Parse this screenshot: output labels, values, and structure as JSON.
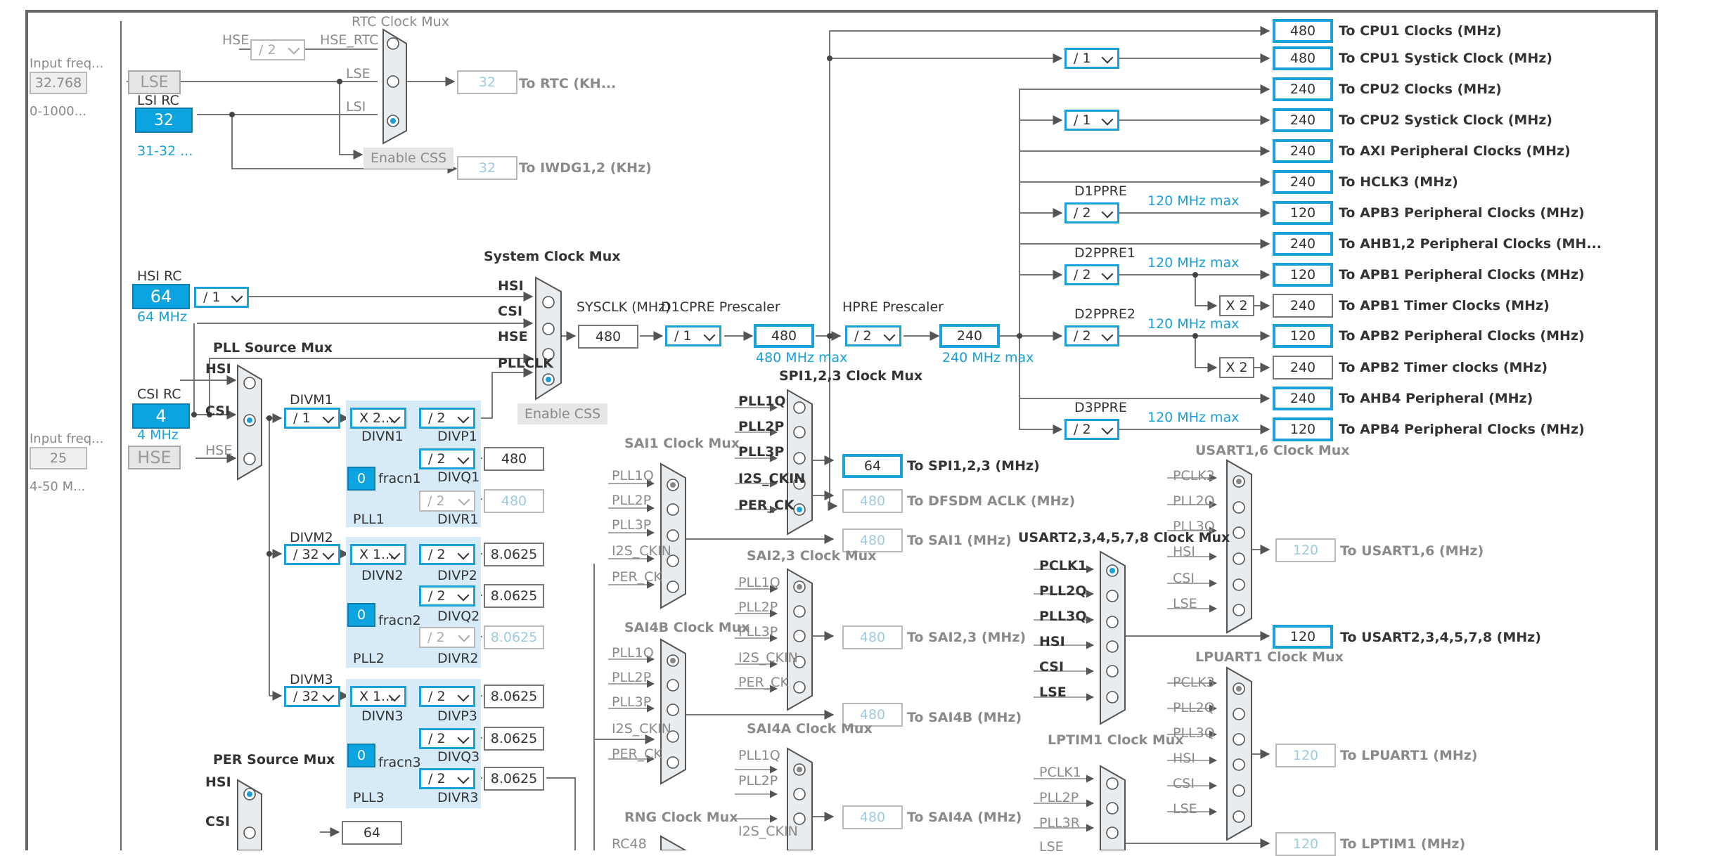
{
  "mux": {
    "rtc_title": "RTC Clock Mux",
    "system_title": "System Clock Mux",
    "pll_source_title": "PLL Source Mux",
    "per_source_title": "PER Source Mux",
    "spi_title": "SPI1,2,3 Clock Mux",
    "sai1_title": "SAI1 Clock Mux",
    "sai23_title": "SAI2,3 Clock Mux",
    "sai4b_title": "SAI4B Clock Mux",
    "sai4a_title": "SAI4A Clock Mux",
    "rng_title": "RNG Clock Mux",
    "usart16_title": "USART1,6 Clock Mux",
    "usart2_title": "USART2,3,4,5,7,8 Clock Mux",
    "lpuart_title": "LPUART1 Clock Mux",
    "lptim_title": "LPTIM1 Clock Mux"
  },
  "left": {
    "input_freq_label": "Input freq...",
    "lse_freq": "32.768",
    "lse_range": "0-1000...",
    "hse_freq": "25",
    "hse_range": "4-50 M..."
  },
  "sources": {
    "lse": "LSE",
    "lsi_title": "LSI RC",
    "lsi_value": "32",
    "lsi_range": "31-32 ...",
    "hsi_title": "HSI RC",
    "hsi_value": "64",
    "hsi_freq": "64 MHz",
    "csi_title": "CSI RC",
    "csi_value": "4",
    "csi_freq": "4 MHz",
    "hse": "HSE"
  },
  "rtc": {
    "hse": "HSE",
    "div2": "/ 2",
    "hse_rtc": "HSE_RTC",
    "lse": "LSE",
    "lsi": "LSI",
    "rtc_out": "32",
    "rtc_label": "To RTC (KH...",
    "iwdg_out": "32",
    "iwdg_label": "To IWDG1,2 (KHz)",
    "enable_css": "Enable CSS"
  },
  "sys": {
    "hsi_div": "/ 1",
    "hsi": "HSI",
    "csi": "CSI",
    "hse": "HSE",
    "pllclk": "PLLCLK",
    "sysclk_label": "SYSCLK (MHz)",
    "sysclk": "480",
    "d1cpre_label": "D1CPRE Prescaler",
    "d1cpre": "/ 1",
    "cpu_clk": "480",
    "cpu_max": "480 MHz max",
    "hpre_label": "HPRE Prescaler",
    "hpre": "/ 2",
    "hclk": "240",
    "hclk_max": "240 MHz max",
    "enable_css": "Enable CSS"
  },
  "pll": {
    "hsi": "HSI",
    "csi": "CSI",
    "hse": "HSE",
    "divm1_label": "DIVM1",
    "divm1": "/ 1",
    "divn1": "X 2...",
    "divn1_label": "DIVN1",
    "divp1": "/ 2",
    "divp1_label": "DIVP1",
    "divq1": "/ 2",
    "divq1_val": "480",
    "divq1_label": "DIVQ1",
    "divr1": "/ 2",
    "divr1_val": "480",
    "divr1_label": "DIVR1",
    "fracn1_val": "0",
    "fracn1": "fracn1",
    "pll1": "PLL1",
    "divm2_label": "DIVM2",
    "divm2": "/ 32",
    "divn2": "X 1...",
    "divn2_label": "DIVN2",
    "divp2": "/ 2",
    "divp2_val": "8.0625",
    "divp2_label": "DIVP2",
    "divq2": "/ 2",
    "divq2_val": "8.0625",
    "divq2_label": "DIVQ2",
    "divr2": "/ 2",
    "divr2_val": "8.0625",
    "divr2_label": "DIVR2",
    "fracn2_val": "0",
    "fracn2": "fracn2",
    "pll2": "PLL2",
    "divm3_label": "DIVM3",
    "divm3": "/ 32",
    "divn3": "X 1...",
    "divn3_label": "DIVN3",
    "divp3": "/ 2",
    "divp3_val": "8.0625",
    "divp3_label": "DIVP3",
    "divq3": "/ 2",
    "divq3_val": "8.0625",
    "divq3_label": "DIVQ3",
    "divr3": "/ 2",
    "divr3_val": "8.0625",
    "divr3_label": "DIVR3",
    "fracn3_val": "0",
    "fracn3": "fracn3",
    "pll3": "PLL3"
  },
  "per": {
    "hsi": "HSI",
    "csi": "CSI",
    "out": "64"
  },
  "outputs": [
    {
      "value": "480",
      "label": "To CPU1 Clocks (MHz)"
    },
    {
      "value": "480",
      "label": "To CPU1 Systick Clock (MHz)",
      "div": "/ 1"
    },
    {
      "value": "240",
      "label": "To CPU2 Clocks (MHz)"
    },
    {
      "value": "240",
      "label": "To CPU2 Systick Clock (MHz)",
      "div": "/ 1"
    },
    {
      "value": "240",
      "label": "To AXI Peripheral Clocks (MHz)"
    },
    {
      "value": "240",
      "label": "To HCLK3 (MHz)"
    },
    {
      "value": "120",
      "label": "To APB3 Peripheral Clocks (MHz)",
      "div": "/ 2",
      "prescaler": "D1PPRE",
      "max": "120 MHz max"
    },
    {
      "value": "240",
      "label": "To AHB1,2 Peripheral Clocks (MH..."
    },
    {
      "value": "120",
      "label": "To APB1 Peripheral Clocks (MHz)",
      "div": "/ 2",
      "prescaler": "D2PPRE1",
      "max": "120 MHz max"
    },
    {
      "value": "240",
      "label": "To APB1 Timer Clocks (MHz)",
      "mult": "X 2"
    },
    {
      "value": "120",
      "label": "To APB2 Peripheral Clocks (MHz)",
      "div": "/ 2",
      "prescaler": "D2PPRE2",
      "max": "120 MHz max"
    },
    {
      "value": "240",
      "label": "To APB2 Timer clocks (MHz)",
      "mult": "X 2"
    },
    {
      "value": "240",
      "label": "To AHB4 Peripheral (MHz)"
    },
    {
      "value": "120",
      "label": "To APB4 Peripheral Clocks (MHz)",
      "div": "/ 2",
      "prescaler": "D3PPRE",
      "max": "120 MHz max"
    }
  ],
  "spi": {
    "inputs": [
      "PLL1Q",
      "PLL2P",
      "PLL3P",
      "I2S_CKIN",
      "PER_CK"
    ],
    "out": "64",
    "label": "To SPI1,2,3 (MHz)",
    "dfsdm_out": "480",
    "dfsdm_label": "To DFSDM ACLK (MHz)"
  },
  "sai1": {
    "inputs": [
      "PLL1Q",
      "PLL2P",
      "PLL3P",
      "I2S_CKIN",
      "PER_CK"
    ],
    "out": "480",
    "label": "To SAI1 (MHz)"
  },
  "sai23": {
    "inputs": [
      "PLL1Q",
      "PLL2P",
      "PLL3P",
      "I2S_CKIN",
      "PER_CK"
    ],
    "out": "480",
    "label": "To SAI2,3 (MHz)"
  },
  "sai4b": {
    "inputs": [
      "PLL1Q",
      "PLL2P",
      "PLL3P",
      "I2S_CKIN",
      "PER_CK"
    ],
    "out": "480",
    "label": "To SAI4B (MHz)"
  },
  "sai4a": {
    "inputs": [
      "PLL1Q",
      "PLL2P",
      "I2S_CKIN"
    ],
    "out": "480",
    "label": "To SAI4A (MHz)"
  },
  "rng": {
    "inputs": [
      "RC48"
    ]
  },
  "usart16": {
    "inputs": [
      "PCLK2",
      "PLL2Q",
      "PLL3Q",
      "HSI",
      "CSI",
      "LSE"
    ],
    "out": "120",
    "label": "To USART1,6 (MHz)"
  },
  "usart2": {
    "inputs": [
      "PCLK1",
      "PLL2Q",
      "PLL3Q",
      "HSI",
      "CSI",
      "LSE"
    ],
    "out": "120",
    "label": "To USART2,3,4,5,7,8 (MHz)"
  },
  "lpuart": {
    "inputs": [
      "PCLK3",
      "PLL2Q",
      "PLL3Q",
      "HSI",
      "CSI",
      "LSE"
    ],
    "out": "120",
    "label": "To LPUART1 (MHz)"
  },
  "lptim": {
    "inputs": [
      "PCLK1",
      "PLL2P",
      "PLL3R",
      "LSE"
    ],
    "out": "120",
    "label": "To LPTIM1 (MHz)"
  }
}
